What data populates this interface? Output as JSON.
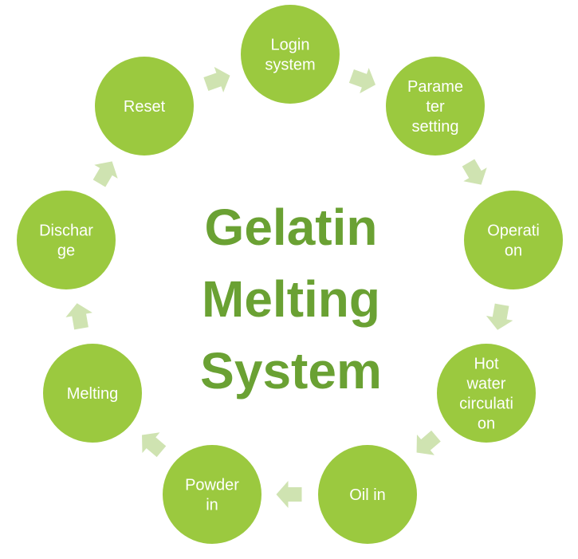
{
  "title": {
    "lines": [
      "Gelatin",
      "Melting",
      "System"
    ]
  },
  "steps": [
    {
      "name": "login-system",
      "lines": [
        "Login",
        "system"
      ]
    },
    {
      "name": "parameter-setting",
      "lines": [
        "Parame",
        "ter",
        "setting"
      ]
    },
    {
      "name": "operation",
      "lines": [
        "Operati",
        "on"
      ]
    },
    {
      "name": "hot-water-circulation",
      "lines": [
        "Hot",
        "water",
        "circulati",
        "on"
      ]
    },
    {
      "name": "oil-in",
      "lines": [
        "Oil in"
      ]
    },
    {
      "name": "powder-in",
      "lines": [
        "Powder",
        "in"
      ]
    },
    {
      "name": "melting",
      "lines": [
        "Melting"
      ]
    },
    {
      "name": "discharge",
      "lines": [
        "Dischar",
        "ge"
      ]
    },
    {
      "name": "reset",
      "lines": [
        "Reset"
      ]
    }
  ],
  "colors": {
    "node": "#9bc93f",
    "arrow": "#cfe3b1",
    "title": "#6aa133"
  }
}
